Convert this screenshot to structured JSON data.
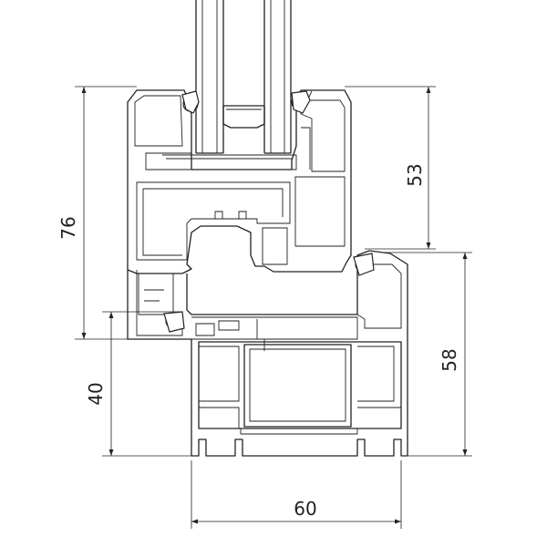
{
  "drawing": {
    "type": "window profile cross-section",
    "dimensions": {
      "frame_height": "76",
      "sash_height": "53",
      "bottom_height": "40",
      "right_height": "58",
      "width": "60"
    }
  }
}
